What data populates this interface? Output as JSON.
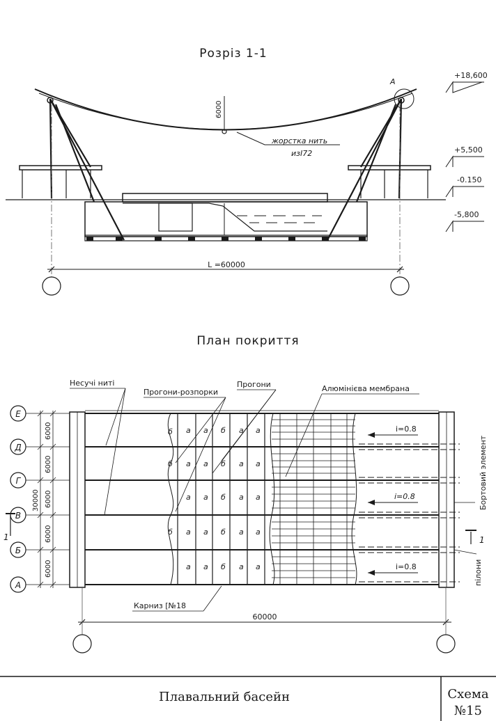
{
  "section": {
    "title": "Розріз 1-1",
    "cable_label": "жорстка нить",
    "profile_label": "изⅠ72",
    "sag": "6000",
    "span": "L =60000",
    "detail_mark": "А",
    "levels": [
      "+18,600",
      "+5,500",
      "-0.150",
      "-5,800"
    ]
  },
  "plan": {
    "title": "План покриття",
    "labels": {
      "cables": "Несучі нитi",
      "struts": "Прогони-розпорки",
      "purlins": "Прогони",
      "membrane": "Алюмінієва мембрана",
      "edge": "Бортовий элемент",
      "pylon": "пілони",
      "eave": "Карниз [№18"
    },
    "axes": [
      "Е",
      "Д",
      "Г",
      "В",
      "Б",
      "А"
    ],
    "spacings": [
      "6000",
      "6000",
      "6000",
      "6000",
      "6000"
    ],
    "total_height": "30000",
    "total_length": "60000",
    "slopes": [
      "i=0.8",
      "i=0.8",
      "i=0.8"
    ],
    "section_mark": "1",
    "panel_letters": [
      "б",
      "а",
      "а",
      "б",
      "а"
    ]
  },
  "title_block": {
    "name": "Плавальний басейн",
    "scheme": "Схема",
    "number": "№15"
  }
}
